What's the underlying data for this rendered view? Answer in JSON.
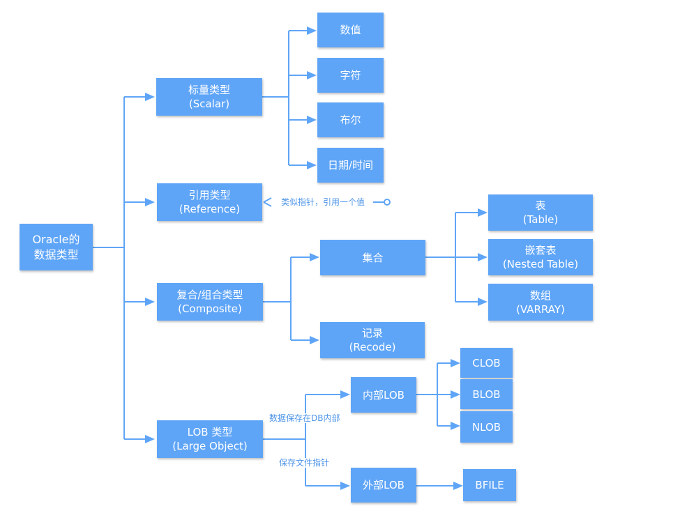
{
  "root": {
    "line1": "Oracle的",
    "line2": "数据类型"
  },
  "scalar": {
    "line1": "标量类型",
    "line2": "(Scalar)"
  },
  "scalar_children": [
    "数值",
    "字符",
    "布尔",
    "日期/时间"
  ],
  "reference": {
    "line1": "引用类型",
    "line2": "(Reference)",
    "note": "类似指针，引用一个值"
  },
  "composite": {
    "line1": "复合/组合类型",
    "line2": "(Composite)"
  },
  "collection": {
    "label": "集合"
  },
  "collection_children": [
    {
      "line1": "表",
      "line2": "(Table)"
    },
    {
      "line1": "嵌套表",
      "line2": "(Nested Table)"
    },
    {
      "line1": "数组",
      "line2": "(VARRAY)"
    }
  ],
  "record": {
    "line1": "记录",
    "line2": "(Recode)"
  },
  "lob": {
    "line1": "LOB 类型",
    "line2": "(Large Object)"
  },
  "internal_lob": {
    "label": "内部LOB",
    "note": "数据保存在DB内部"
  },
  "internal_lob_children": [
    "CLOB",
    "BLOB",
    "NLOB"
  ],
  "external_lob": {
    "label": "外部LOB",
    "note": "保存文件指针"
  },
  "external_lob_child": "BFILE",
  "colors": {
    "box": "#5fa5f7",
    "line": "#5fa5f7",
    "note_text": "#4f95e8"
  }
}
